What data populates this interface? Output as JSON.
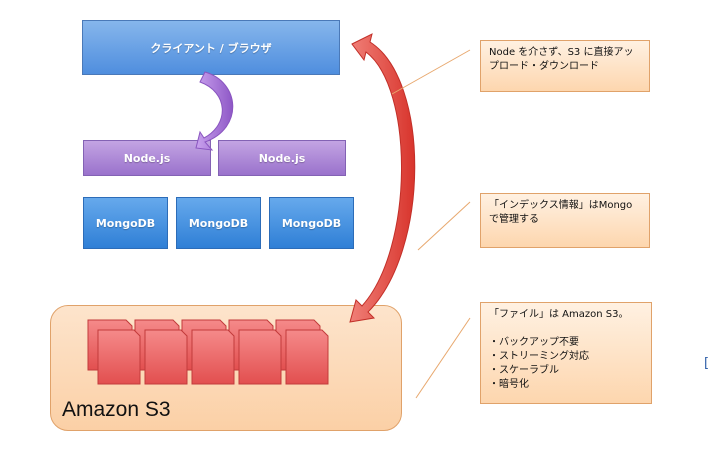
{
  "diagram": {
    "client_label": "クライアント / ブラウザ",
    "node_labels": [
      "Node.js",
      "Node.js"
    ],
    "mongo_labels": [
      "MongoDB",
      "MongoDB",
      "MongoDB"
    ],
    "s3_label": "Amazon S3",
    "notes": {
      "direct_upload": "Node を介さず、S3 に直接アップロード・ダウンロード",
      "index": "「インデックス情報」はMongoで管理する",
      "files": "「ファイル」は Amazon S3。\n\n・バックアップ不要\n・ストリーミング対応\n・スケーラブル\n・暗号化"
    },
    "edge_glyph": "[",
    "colors": {
      "client": "#5b97e2",
      "node": "#a781d4",
      "mongo": "#3f8ce0",
      "s3_area": "#fcd9b6",
      "file": "#f06b6b",
      "arrow_red": "#e2473f",
      "arrow_purple": "#a46fd6",
      "note": "#fde0c2"
    }
  }
}
